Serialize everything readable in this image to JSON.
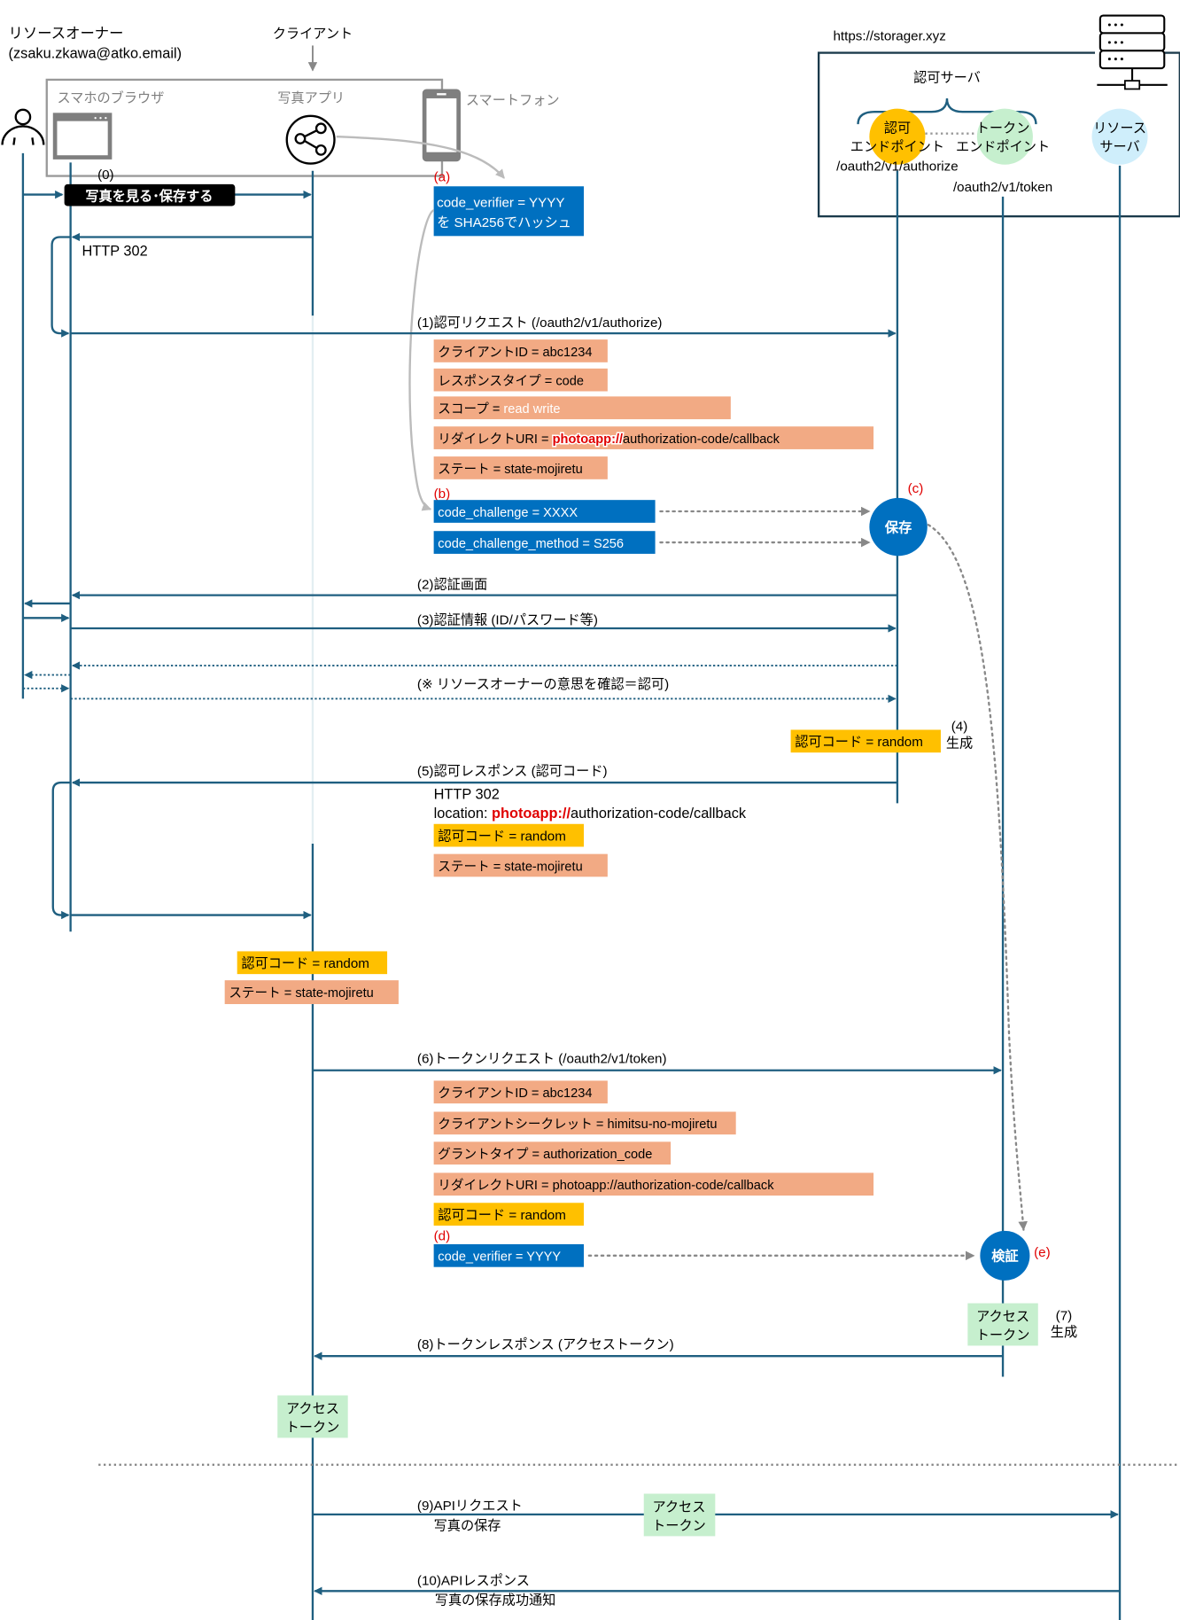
{
  "actors": {
    "resource_owner": {
      "title": "リソースオーナー",
      "email": "(zsaku.zkawa@atko.email)"
    },
    "client": {
      "title": "クライアント"
    },
    "smartphone_browser": {
      "label": "スマホのブラウザ"
    },
    "photo_app": {
      "label": "写真アプリ"
    },
    "smartphone": {
      "label": "スマートフォン"
    },
    "server_domain": "https://storager.xyz",
    "auth_server": {
      "label": "認可サーバ"
    },
    "authorize_endpoint": {
      "line1": "認可",
      "line2": "エンドポイント",
      "path": "/oauth2/v1/authorize"
    },
    "token_endpoint": {
      "line1": "トークン",
      "line2": "エンドポイント",
      "path": "/oauth2/v1/token"
    },
    "resource_server": {
      "line1": "リソース",
      "line2": "サーバ"
    }
  },
  "colors": {
    "lifeline": "#1f5f80",
    "param_salmon": "#f2aa84",
    "param_yellow": "#ffc000",
    "param_blue": "#0070c0",
    "token_green": "#c6efce",
    "authorize_circle": "#ffc000",
    "token_circle": "#c6efce",
    "resource_circle": "#cfeefb",
    "annotation_red": "#e00000"
  },
  "steps": {
    "s0": {
      "num": "(0)",
      "label": "写真を見る･保存する"
    },
    "http302": "HTTP 302",
    "s1": {
      "label": "(1)認可リクエスト (/oauth2/v1/authorize)"
    },
    "s2": {
      "label": "(2)認証画面"
    },
    "s3": {
      "label": "(3)認証情報 (ID/パスワード等)"
    },
    "consent": {
      "label": "(※ リソースオーナーの意思を確認＝認可)"
    },
    "s4": {
      "num": "(4)",
      "word": "生成"
    },
    "s5": {
      "label": "(5)認可レスポンス (認可コード)",
      "http": "HTTP 302",
      "location_prefix": "location: ",
      "location_scheme": "photoapp://",
      "location_rest": "authorization-code/callback"
    },
    "s6": {
      "label": "(6)トークンリクエスト (/oauth2/v1/token)"
    },
    "s7": {
      "num": "(7)",
      "word": "生成"
    },
    "s8": {
      "label": "(8)トークンレスポンス (アクセストークン)"
    },
    "s9": {
      "line1": "(9)APIリクエスト",
      "line2": "写真の保存"
    },
    "s10": {
      "line1": "(10)APIレスポンス",
      "line2": "写真の保存成功通知"
    }
  },
  "annotations": {
    "a": "(a)",
    "b": "(b)",
    "c": "(c)",
    "d": "(d)",
    "e": "(e)"
  },
  "pkce": {
    "hash_box": {
      "line1": "code_verifier = YYYY",
      "line2": "を SHA256でハッシュ"
    },
    "code_challenge": "code_challenge = XXXX",
    "code_challenge_method": "code_challenge_method = S256",
    "save_node": "保存",
    "verify_node": "検証",
    "code_verifier": "code_verifier = YYYY"
  },
  "auth_request_params": {
    "client_id": "クライアントID = abc1234",
    "response_type": "レスポンスタイプ = code",
    "scope_key": "スコープ = ",
    "scope_value": "read write",
    "redirect_key": "リダイレクトURI = ",
    "redirect_scheme": "photoapp://",
    "redirect_rest": "authorization-code/callback",
    "state": "ステート = state-mojiretu"
  },
  "auth_code": "認可コード = random",
  "state": "ステート = state-mojiretu",
  "token_request_params": {
    "client_id": "クライアントID = abc1234",
    "client_secret": "クライアントシークレット = himitsu-no-mojiretu",
    "grant_type": "グラントタイプ = authorization_code",
    "redirect_uri": "リダイレクトURI = photoapp://authorization-code/callback",
    "auth_code": "認可コード = random"
  },
  "access_token": {
    "line1": "アクセス",
    "line2": "トークン"
  }
}
